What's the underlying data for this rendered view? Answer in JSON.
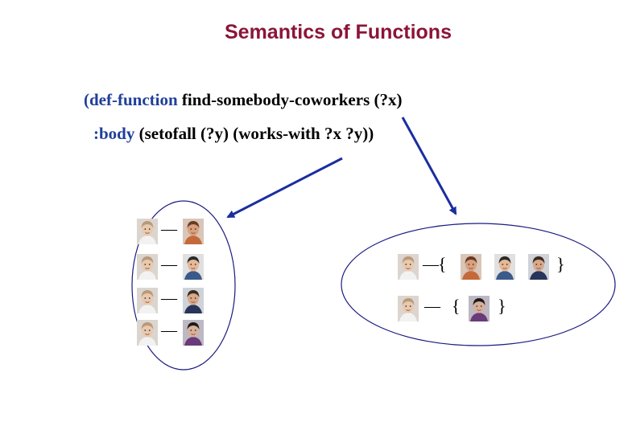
{
  "title": "Semantics of Functions",
  "code": {
    "line1_keyword": "(def-function",
    "line1_rest": " find-somebody-coworkers (?x)",
    "line2_keyword": ":body",
    "line2_rest": " (setofall (?y) (works-with ?x ?y))"
  },
  "symbols": {
    "dash": "—",
    "open_brace": "{",
    "close_brace": "}"
  },
  "colors": {
    "title": "#8b1538",
    "keyword": "#1f3f99",
    "arrow": "#1a2ea0",
    "ellipse": "#1a1a80"
  },
  "left_group": {
    "rows": [
      {
        "from": "person-a",
        "to": "person-b"
      },
      {
        "from": "person-a",
        "to": "person-c"
      },
      {
        "from": "person-a",
        "to": "person-d"
      },
      {
        "from": "person-a",
        "to": "person-e"
      }
    ]
  },
  "right_group": {
    "rows": [
      {
        "from": "person-a",
        "set": [
          "person-b",
          "person-c",
          "person-d"
        ]
      },
      {
        "from": "person-a",
        "set": [
          "person-e"
        ]
      }
    ]
  }
}
